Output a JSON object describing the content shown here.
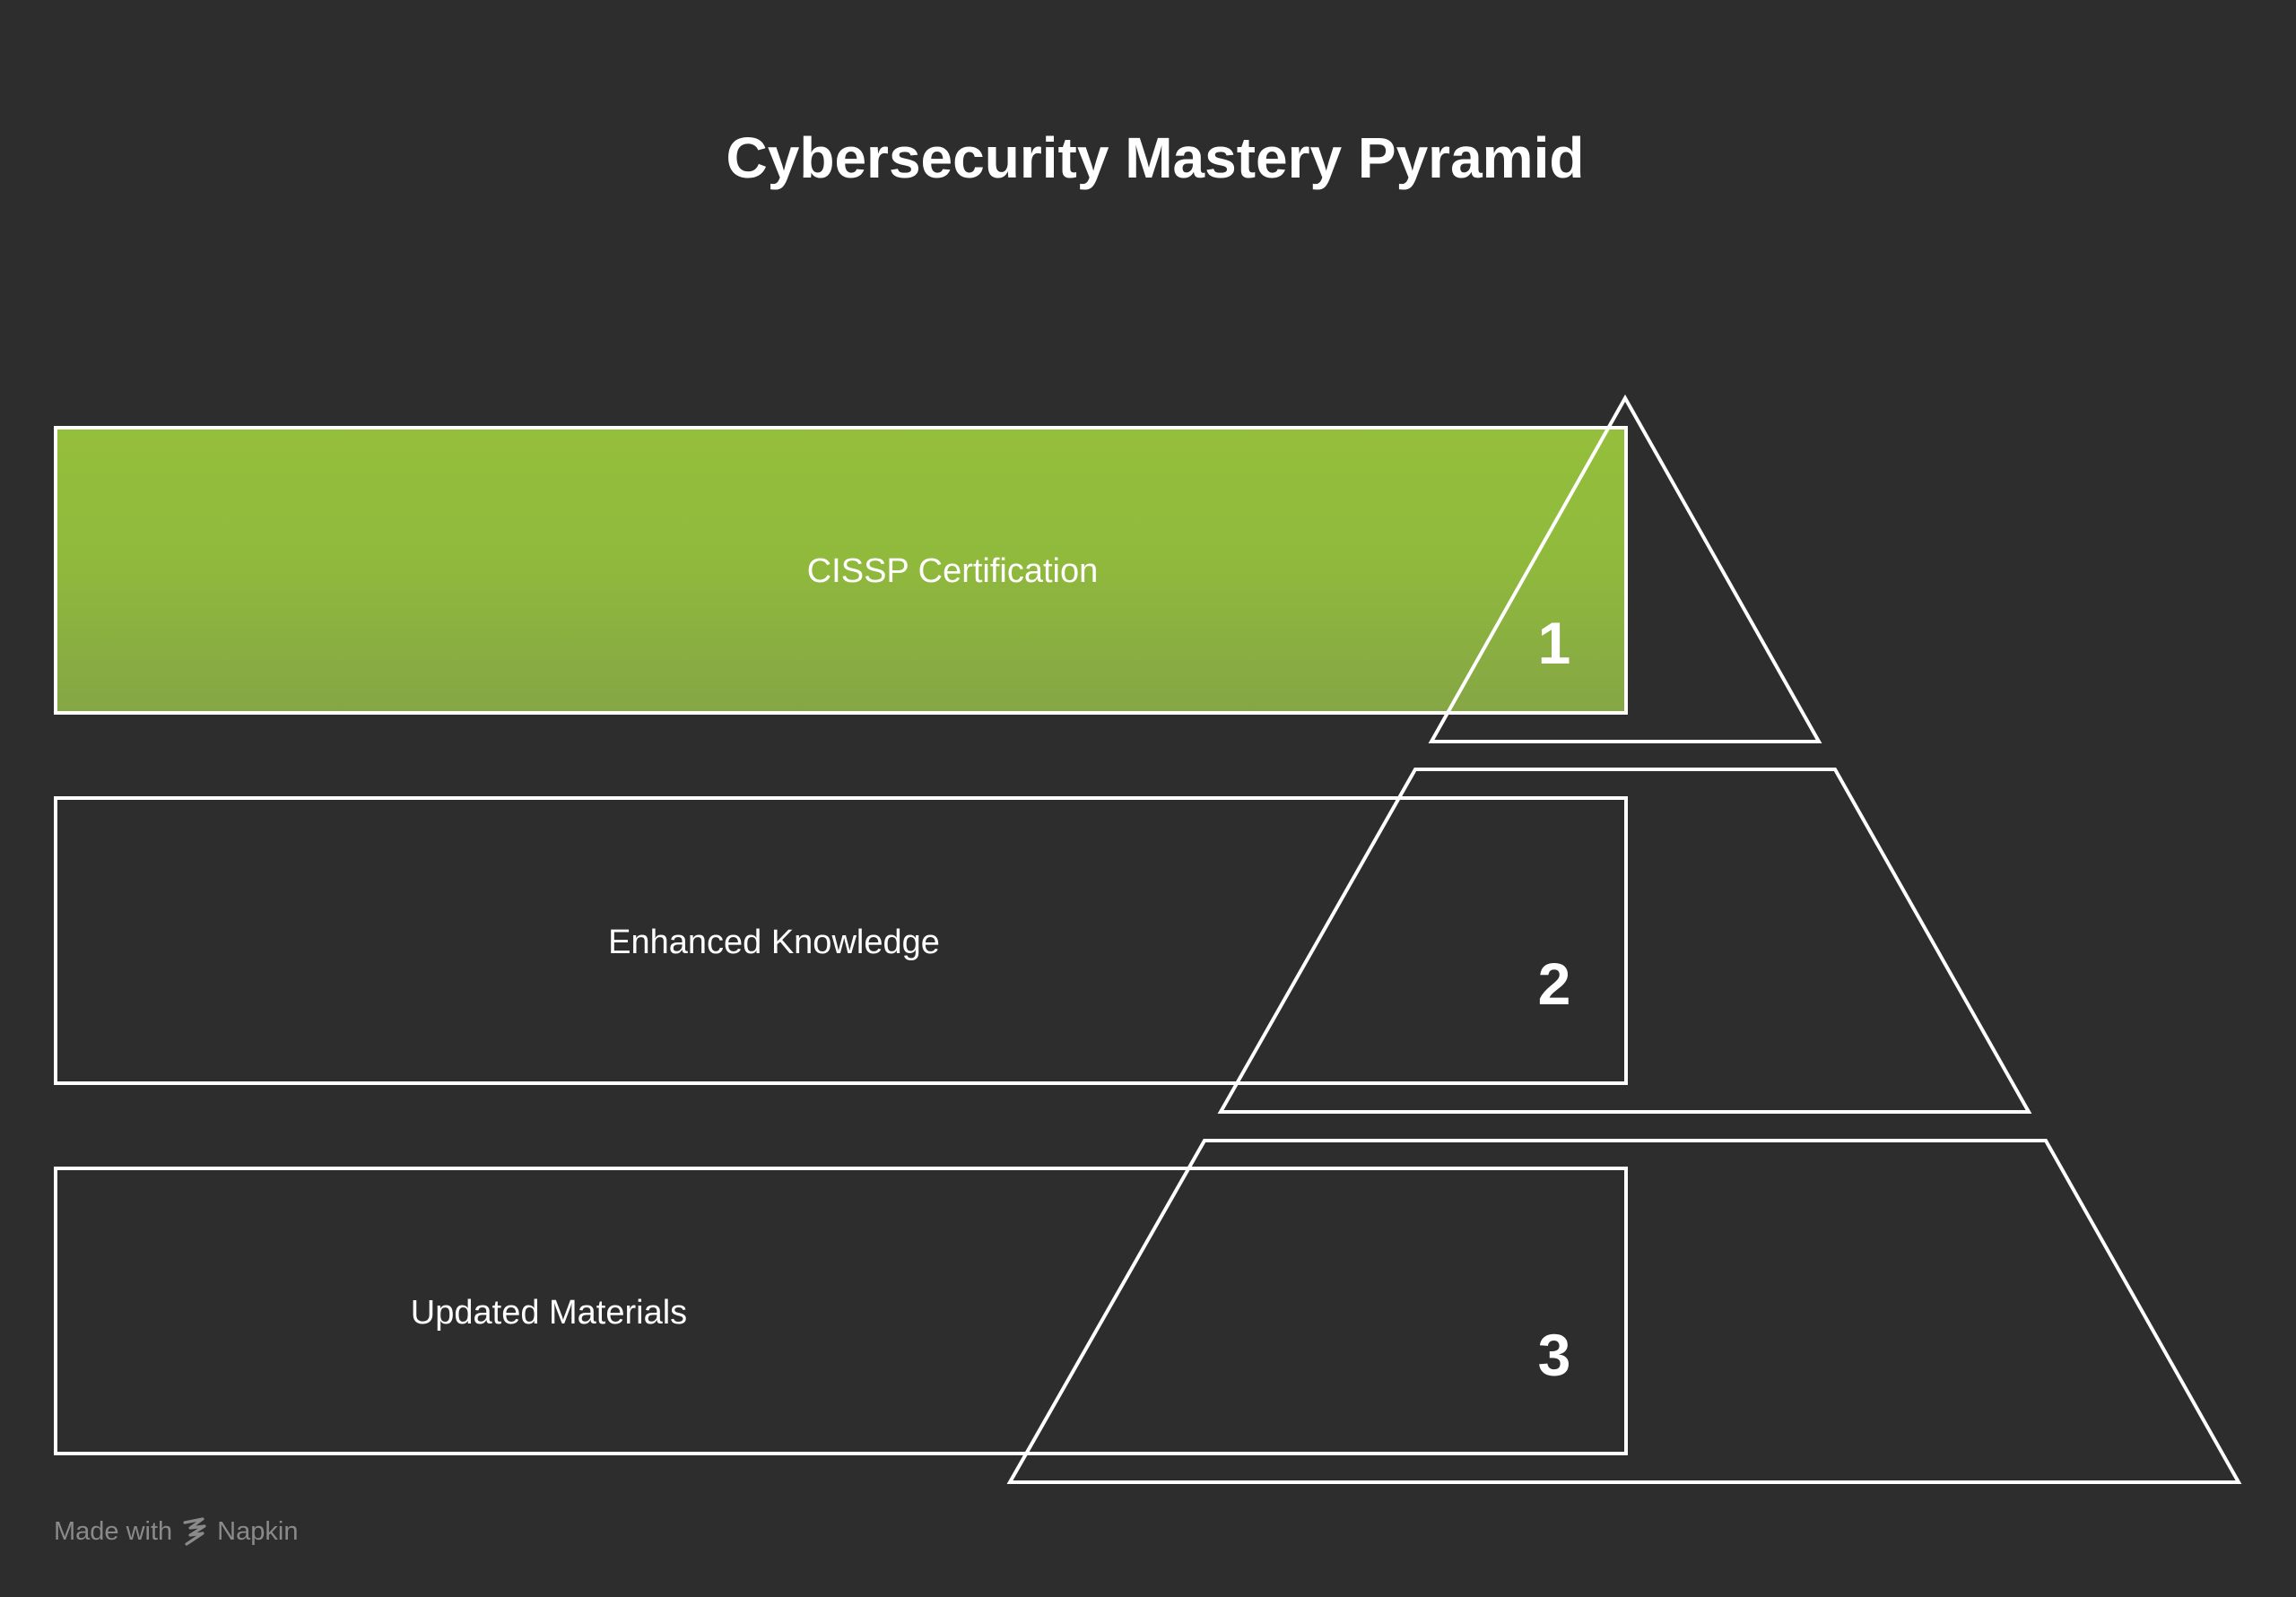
{
  "title": "Cybersecurity Mastery Pyramid",
  "colors": {
    "background": "#2d2d2d",
    "outline": "#ffffff",
    "highlight_top": "#94bf3c",
    "highlight_bottom": "#85a645",
    "text": "#ffffff",
    "footer_text": "#8a8a8a"
  },
  "levels": [
    {
      "number": "1",
      "label": "CISSP Certification",
      "highlighted": true
    },
    {
      "number": "2",
      "label": "Enhanced Knowledge",
      "highlighted": false
    },
    {
      "number": "3",
      "label": "Updated Materials",
      "highlighted": false
    }
  ],
  "footer": {
    "made_with": "Made with",
    "brand": "Napkin",
    "brand_icon": "napkin-logo-icon"
  }
}
